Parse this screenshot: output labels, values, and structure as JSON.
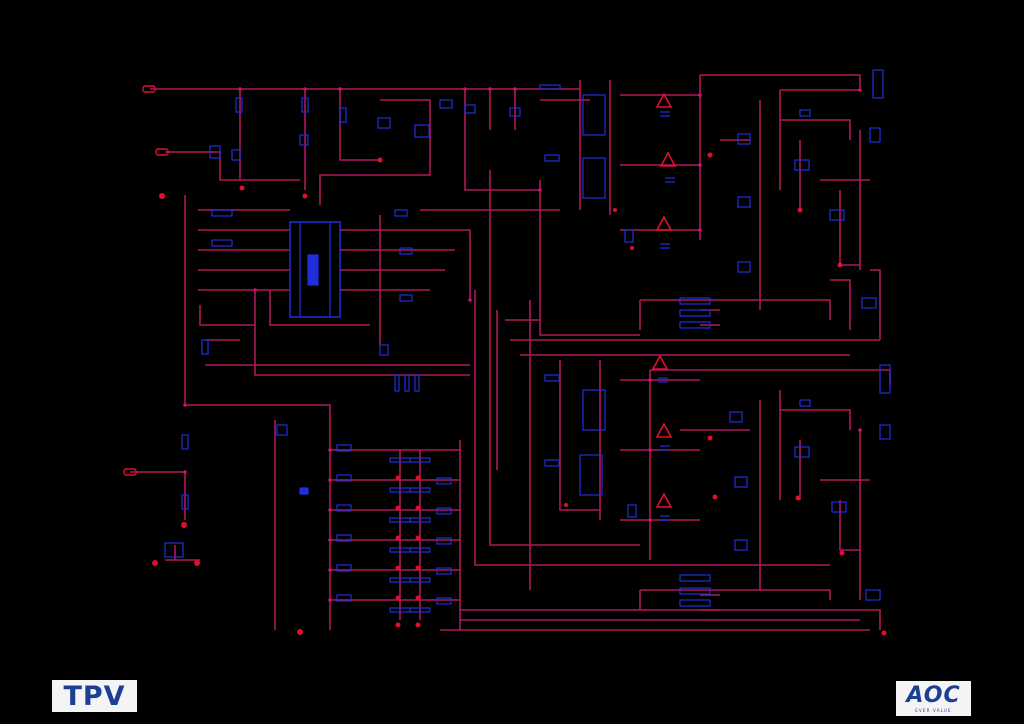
{
  "schematic": {
    "background": "#000000",
    "wire_color": "#b0185c",
    "component_color": "#1f2fd9",
    "label_color": "#e0102a",
    "warning_color": "#e0102a"
  },
  "footer_note": "",
  "logos": {
    "left": {
      "text": "TPV",
      "color": "#1a3f93"
    },
    "right": {
      "text": "AOC",
      "tagline": "EVER VALUE",
      "color": "#1a3f93"
    }
  }
}
